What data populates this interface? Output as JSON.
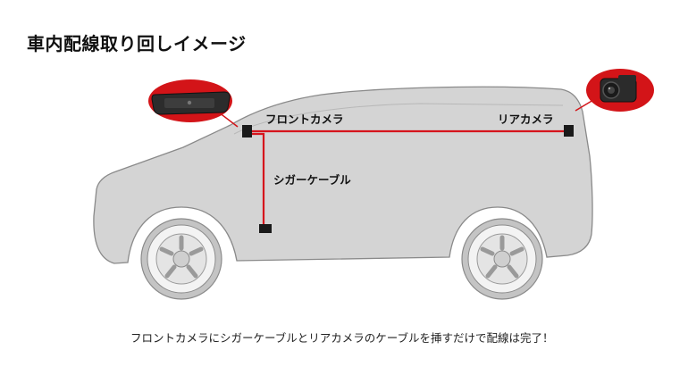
{
  "title": "車内配線取り回しイメージ",
  "labels": {
    "front_camera": "フロントカメラ",
    "rear_camera": "リアカメラ",
    "cigar_cable": "シガーケーブル"
  },
  "caption": "フロントカメラにシガーケーブルとリアカメラのケーブルを挿すだけで配線は完了！",
  "colors": {
    "cable": "#d6141c",
    "car_fill": "#d2d2d2",
    "car_stroke": "#8a8a8a",
    "device_bubble": "#d31418",
    "connector": "#1a1a1a"
  },
  "icons": {
    "front_device": "mirror-dashcam-icon",
    "rear_device": "rear-camera-icon"
  }
}
